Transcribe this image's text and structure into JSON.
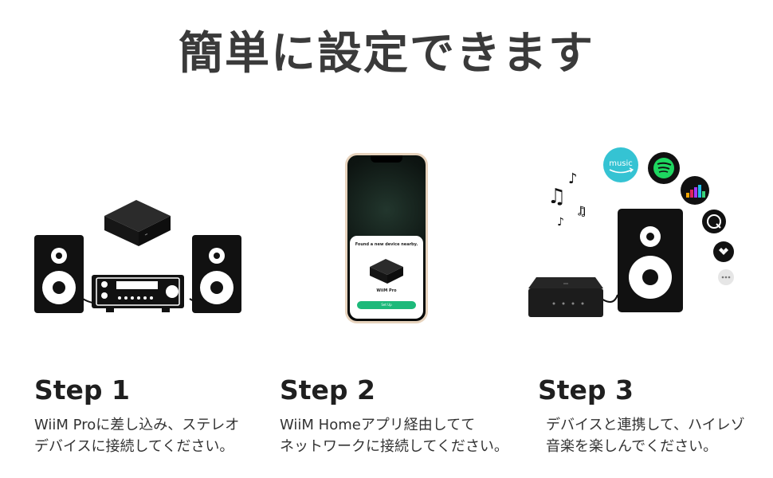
{
  "title": "簡単に設定できます",
  "colors": {
    "accent_green": "#1db97a",
    "speaker_black": "#111111",
    "device_black": "#1c1c1c",
    "amazon_blue": "#35c3d3",
    "spotify_green": "#1ed760"
  },
  "steps": [
    {
      "title": "Step 1",
      "desc_line1": "WiiM Proに差し込み、ステレオ",
      "desc_line2": "デバイスに接続してください。"
    },
    {
      "title": "Step 2",
      "desc_line1": "WiiM Homeアプリ経由してて",
      "desc_line2": "ネットワークに接続してください。"
    },
    {
      "title": "Step 3",
      "desc_line1": "デバイスと連携して、ハイレゾ",
      "desc_line2": "音楽を楽しんでください。"
    }
  ],
  "phone": {
    "prompt": "Found a new device nearby.",
    "device_name": "WiiM Pro",
    "button_label": "Set Up"
  },
  "services": {
    "amazon_label": "music",
    "icons": [
      "amazon-music-icon",
      "spotify-icon",
      "deezer-icon",
      "qobuz-icon",
      "tidal-icon",
      "more-icon"
    ]
  }
}
